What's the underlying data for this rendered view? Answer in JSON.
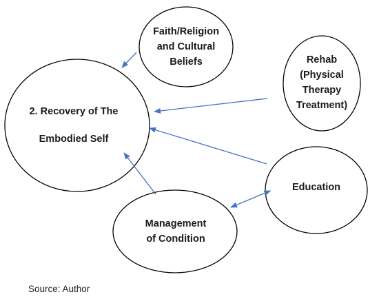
{
  "nodes": {
    "recovery": {
      "lines": [
        "2. Recovery of The",
        "Embodied Self"
      ]
    },
    "faith": {
      "lines": [
        "Faith/Religion",
        "and Cultural",
        "Beliefs"
      ]
    },
    "rehab": {
      "lines": [
        "Rehab",
        "(Physical",
        "Therapy",
        "Treatment)"
      ]
    },
    "education": {
      "lines": [
        "Education"
      ]
    },
    "management": {
      "lines": [
        "Management",
        "of Condition"
      ]
    }
  },
  "source": "Source: Author",
  "colors": {
    "ellipse_stroke": "#000000",
    "arrow": "#4472c4",
    "text": "#1a1a1a"
  }
}
